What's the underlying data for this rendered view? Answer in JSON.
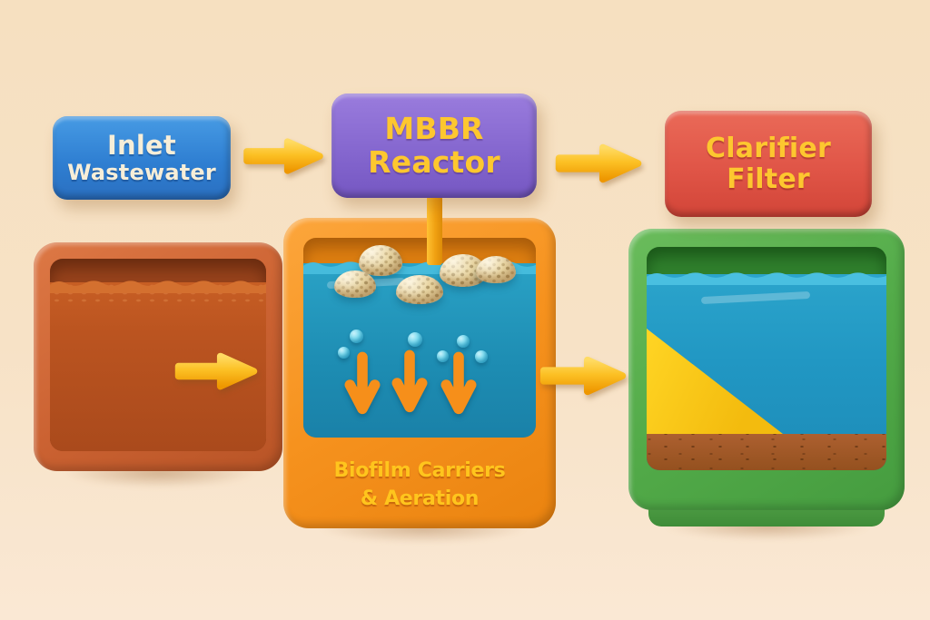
{
  "labels": {
    "inlet": {
      "line1": "Inlet",
      "line2": "Wastewater"
    },
    "reactor": {
      "line1": "MBBR",
      "line2": "Reactor"
    },
    "clarifier": {
      "line1": "Clarifier",
      "line2": "Filter"
    }
  },
  "mbbr_tank": {
    "caption_line1": "Biofilm Carriers",
    "caption_line2": "& Aeration"
  },
  "icons": {
    "flow_arrow": "right-arrow",
    "aeration_arrow": "down-arrow",
    "biofilm_carrier": "porous-sphere",
    "air_bubble": "circle-dot"
  },
  "colors": {
    "background": "#f7e2c4",
    "inlet_label_blue": "#2f7fd2",
    "reactor_label_purple": "#8567cf",
    "clarifier_label_red": "#e05547",
    "label_text_cream": "#f7eed8",
    "label_text_yellow": "#fdc72f",
    "arrow_yellow": "#fcc125",
    "tank_left_frame": "#cb6232",
    "wastewater_liquid": "#bb5420",
    "tank_mid_frame": "#f6921e",
    "reactor_water": "#1d8cb2",
    "carrier_tan": "#ead7a4",
    "tank_right_frame": "#53ab49",
    "clarified_water": "#2197c3",
    "filter_wedge_yellow": "#f9c713",
    "sludge_brown": "#a2582a"
  }
}
